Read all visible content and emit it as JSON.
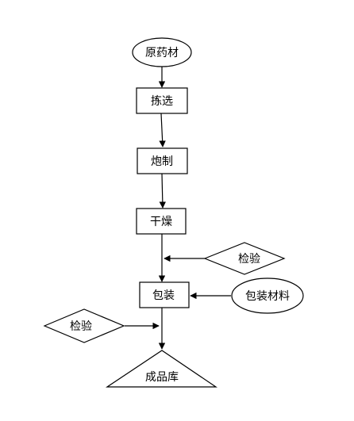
{
  "flowchart": {
    "nodes": [
      {
        "id": "raw",
        "shape": "ellipse",
        "label": "原药材"
      },
      {
        "id": "pick",
        "shape": "rect",
        "label": "拣选"
      },
      {
        "id": "process",
        "shape": "rect",
        "label": "炮制"
      },
      {
        "id": "dry",
        "shape": "rect",
        "label": "干燥"
      },
      {
        "id": "inspect1",
        "shape": "diamond",
        "label": "检验"
      },
      {
        "id": "pack",
        "shape": "rect",
        "label": "包装"
      },
      {
        "id": "material",
        "shape": "ellipse",
        "label": "包装材料"
      },
      {
        "id": "inspect2",
        "shape": "diamond",
        "label": "检验"
      },
      {
        "id": "warehouse",
        "shape": "triangle",
        "label": "成品库"
      }
    ],
    "edges": [
      {
        "from": "raw",
        "to": "pick"
      },
      {
        "from": "pick",
        "to": "process"
      },
      {
        "from": "process",
        "to": "dry"
      },
      {
        "from": "dry",
        "to": "pack"
      },
      {
        "from": "inspect1",
        "to": "dry_pack_line"
      },
      {
        "from": "material",
        "to": "pack"
      },
      {
        "from": "pack",
        "to": "warehouse"
      },
      {
        "from": "inspect2",
        "to": "pack_warehouse_line"
      }
    ]
  }
}
